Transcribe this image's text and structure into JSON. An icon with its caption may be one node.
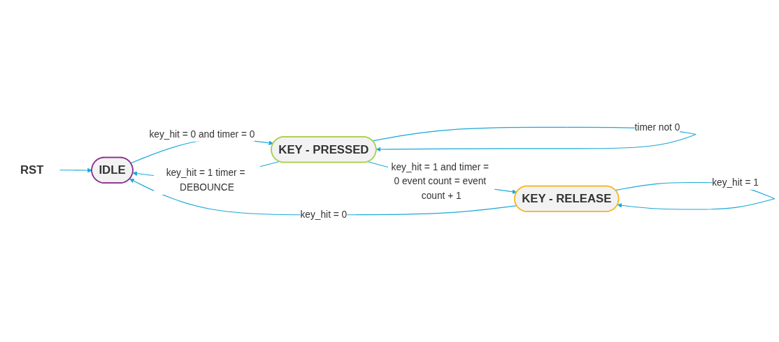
{
  "diagram": {
    "nodes": [
      {
        "text": [
          "RST"
        ]
      },
      {
        "text": [
          "IDLE"
        ]
      },
      {
        "text": [
          "KEY - PRESSED"
        ]
      },
      {
        "text": [
          "KEY - RELEASE"
        ]
      }
    ],
    "edges": [
      {
        "from": 0,
        "to": 1,
        "arrow": "to"
      },
      {
        "from": 1,
        "to": 2,
        "label": "key_hit = 0 and timer = 0",
        "arrow": "to"
      },
      {
        "from": 2,
        "to": 1,
        "label": "key_hit = 1 timer = DEBOUNCE",
        "arrow": "to"
      },
      {
        "from": 2,
        "to": 2,
        "label": "timer not 0",
        "arrow": "to"
      },
      {
        "from": 2,
        "to": 3,
        "label": "key_hit = 1 and timer = 0 event count = event count + 1",
        "arrow": "to"
      },
      {
        "from": 3,
        "to": 1,
        "label": "key_hit = 0",
        "arrow": "to"
      },
      {
        "from": 3,
        "to": 3,
        "label": "key_hit = 1",
        "arrow": "to"
      }
    ]
  }
}
